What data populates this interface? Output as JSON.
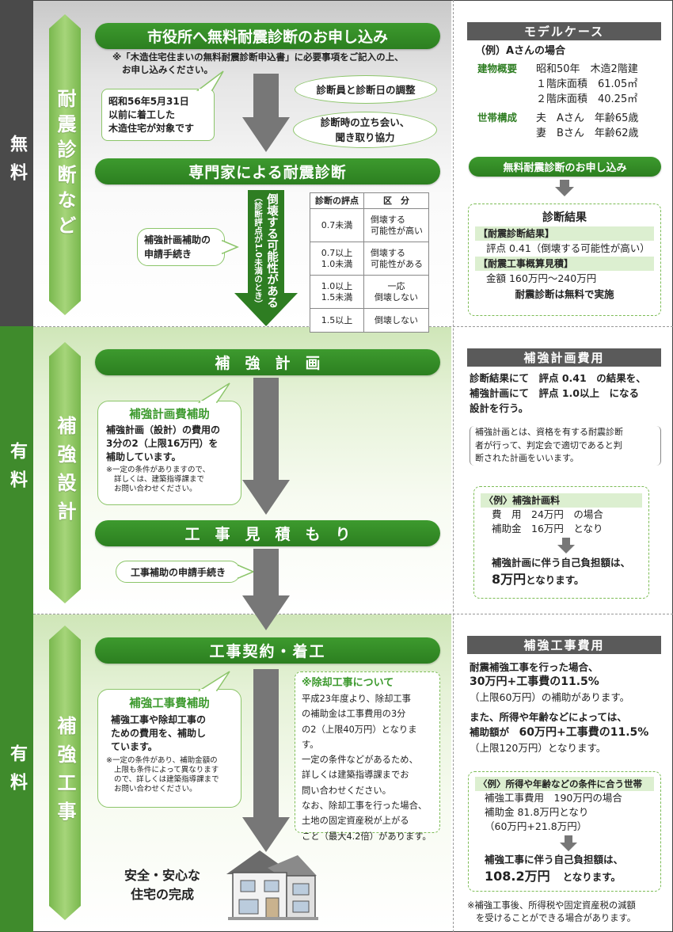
{
  "sides": {
    "free": "無料",
    "paid1": "有料",
    "paid2": "有料"
  },
  "section1": {
    "label": "耐震診断など",
    "step1": "市役所へ無料耐震診断のお申し込み",
    "note1": "※「木造住宅住まいの無料耐震診断申込書」に必要事項をご記入の上、",
    "note2": "お申し込みください。",
    "target": [
      "昭和56年5月31日",
      "以前に着工した",
      "木造住宅が対象です"
    ],
    "oval1": "診断員と診断日の調整",
    "oval2": [
      "診断時の立ち会い、",
      "聞き取り協力"
    ],
    "step2": "専門家による耐震診断",
    "subsidy_app": [
      "補強計画補助の",
      "申請手続き"
    ],
    "arrow_text": "倒壊する可能性がある",
    "arrow_sub": "（診断評点が1.0未満のとき）",
    "table": {
      "header": [
        "診断の評点",
        "区　分"
      ],
      "rows": [
        {
          "score": [
            "0.7未満"
          ],
          "cat": [
            "倒壊する",
            "可能性が高い"
          ]
        },
        {
          "score": [
            "0.7以上",
            "1.0未満"
          ],
          "cat": [
            "倒壊する",
            "可能性がある"
          ]
        },
        {
          "score": [
            "1.0以上",
            "1.5未満"
          ],
          "cat": [
            "一応",
            "倒壊しない"
          ]
        },
        {
          "score": [
            "1.5以上"
          ],
          "cat": [
            "倒壊しない"
          ]
        }
      ]
    }
  },
  "section2": {
    "label": "補強設計",
    "step1": "補　強　計　画",
    "bubble_title": "補強計画費補助",
    "bubble_body": [
      "補強計画（設計）の費用の",
      "3分の2（上限16万円）を",
      "補助しています。"
    ],
    "bubble_note": [
      "※一定の条件がありますので、",
      "詳しくは、建築指導課まで",
      "お問い合わせください。"
    ],
    "step2": "工　事　見　積　も　り",
    "app": "工事補助の申請手続き"
  },
  "section3": {
    "label": "補強工事",
    "step1": "工事契約・着工",
    "bubble_title": "補強工事費補助",
    "bubble_body": [
      "補強工事や除却工事の",
      "ための費用を、補助し",
      "ています。"
    ],
    "bubble_note": [
      "※一定の条件があり、補助金額の",
      "上限も条件によって異なります",
      "ので、詳しくは建築指導課まで",
      "お問い合わせください。"
    ],
    "demo_title": "※除却工事について",
    "demo_body": [
      "平成23年度より、除却工事",
      "の補助金は工事費用の3分",
      "の2（上限40万円）となります。",
      "一定の条件などがあるため、",
      "詳しくは建築指導課までお",
      "問い合わせください。",
      "なお、除却工事を行った場合、",
      "土地の固定資産税が上がる",
      "こと（最大4.2倍）があります。"
    ],
    "complete": [
      "安全・安心な",
      "住宅の完成"
    ]
  },
  "right1": {
    "header": "モデルケース",
    "case": "（例）Aさんの場合",
    "k1": "建物概要",
    "v1": [
      "昭和50年　木造2階建",
      "１階床面積　61.05㎡",
      "２階床面積　40.25㎡"
    ],
    "k2": "世帯構成",
    "v2": [
      "夫　Aさん　年齢65歳",
      "妻　Bさん　年齢62歳"
    ],
    "apply": "無料耐震診断のお申し込み",
    "result_title": "診断結果",
    "r_bar1": "【耐震診断結果】",
    "r_v1": "評点 0.41（倒壊する可能性が高い）",
    "r_bar2": "【耐震工事概算見積】",
    "r_v2": "金額 160万円～240万円",
    "r_free": "耐震診断は無料で実施"
  },
  "right2": {
    "header": "補強計画費用",
    "p1": [
      "診断結果にて　評点 0.41　の結果を、",
      "補強計画にて　評点 1.0以上　になる",
      "設計を行う。"
    ],
    "p2": [
      "補強計画とは、資格を有する耐震診断",
      "者が行って、判定会で適切であると判",
      "断された計画をいいます。"
    ],
    "ex_title": "〈例〉補強計画料",
    "ex_l1": "費　用　24万円　の場合",
    "ex_l2": "補助金　16万円　となり",
    "ex_l3": "補強計画に伴う自己負担額は、",
    "ex_big": "8万円",
    "ex_tail": "となります。"
  },
  "right3": {
    "header": "補強工事費用",
    "p1": "耐震補強工事を行った場合、",
    "p2": "30万円+工事費の11.5%",
    "p3": "（上限60万円）の補助があります。",
    "p4": "また、所得や年齢などによっては、",
    "p5a": "補助額が",
    "p5b": "60万円+工事費の11.5%",
    "p6": "（上限120万円）となります。",
    "ex_title": "〈例〉所得や年齢などの条件に合う世帯",
    "ex_l1": "補強工事費用　190万円の場合",
    "ex_l2": "補助金 81.8万円となり",
    "ex_l3": "（60万円+21.8万円）",
    "ex_l4": "補強工事に伴う自己負担額は、",
    "ex_big": "108.2万円",
    "ex_tail": "となります。",
    "note": [
      "※補強工事後、所得税や固定資産税の減額",
      "を受けることができる場合があります。"
    ]
  },
  "colors": {
    "green": "#2e8b24",
    "light_green": "#8cc56a",
    "gray_side": "#4a4a4a",
    "arrow_gray": "#777777"
  }
}
